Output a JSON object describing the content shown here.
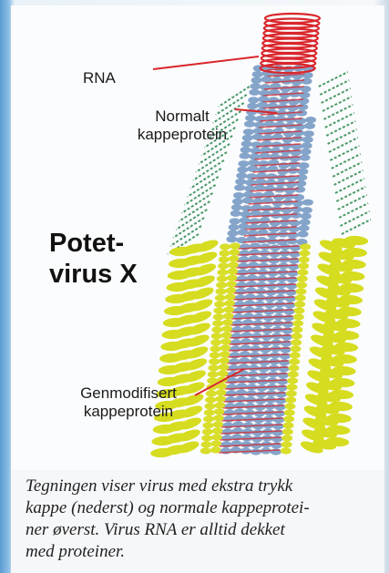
{
  "labels": {
    "rna": "RNA",
    "normal_coat_line1": "Normalt",
    "normal_coat_line2": "kappeprotein",
    "title_line1": "Potet-",
    "title_line2": "virus X",
    "modified_coat_line1": "Genmodifisert",
    "modified_coat_line2": "kappeprotein"
  },
  "caption": {
    "line1": "Tegningen viser virus med ekstra trykk",
    "line2": "kappe (nederst) og normale kappeprotei-",
    "line3": "ner øverst. Virus RNA er alltid dekket",
    "line4": "med proteiner."
  },
  "colors": {
    "rna": "#d9262c",
    "normal_protein": "#7d9fc7",
    "normal_protein_spikes": "#2f8a52",
    "modified_protein": "#d6dc1f",
    "leader_line": "#d9262c"
  }
}
